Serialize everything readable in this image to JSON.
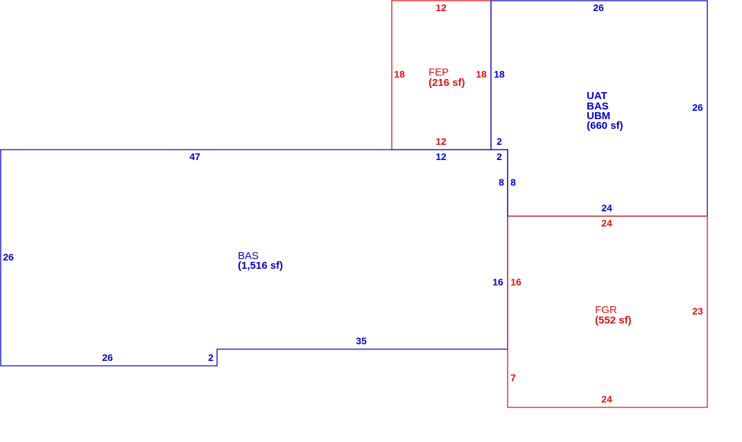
{
  "colors": {
    "living": "#0000cc",
    "other": "#dd1111",
    "background": "#ffffff"
  },
  "areas": {
    "fep": {
      "name": "FEP",
      "area": "(216 sf)"
    },
    "uat": {
      "line1": "UAT",
      "line2": "BAS",
      "line3": "UBM",
      "area": "(660 sf)"
    },
    "bas": {
      "name": "BAS",
      "area": "(1,516 sf)"
    },
    "fgr": {
      "name": "FGR",
      "area": "(552 sf)"
    }
  },
  "dimensions": {
    "fep_top": "12",
    "fep_left": "18",
    "fep_right": "18",
    "fep_bottom": "12",
    "uat_top": "26",
    "uat_left_upper": "18",
    "uat_right": "26",
    "uat_step_top": "2",
    "uat_left_lower": "8",
    "uat_bottom": "24",
    "bas_top_long": "47",
    "bas_top_short": "12",
    "bas_step": "2",
    "bas_right_upper": "8",
    "bas_left": "26",
    "bas_right_lower": "16",
    "bas_bottom_right": "35",
    "bas_notch": "2",
    "bas_bottom_left": "26",
    "fgr_top": "24",
    "fgr_left": "16",
    "fgr_right": "23",
    "fgr_left_lower": "7",
    "fgr_bottom": "24"
  }
}
